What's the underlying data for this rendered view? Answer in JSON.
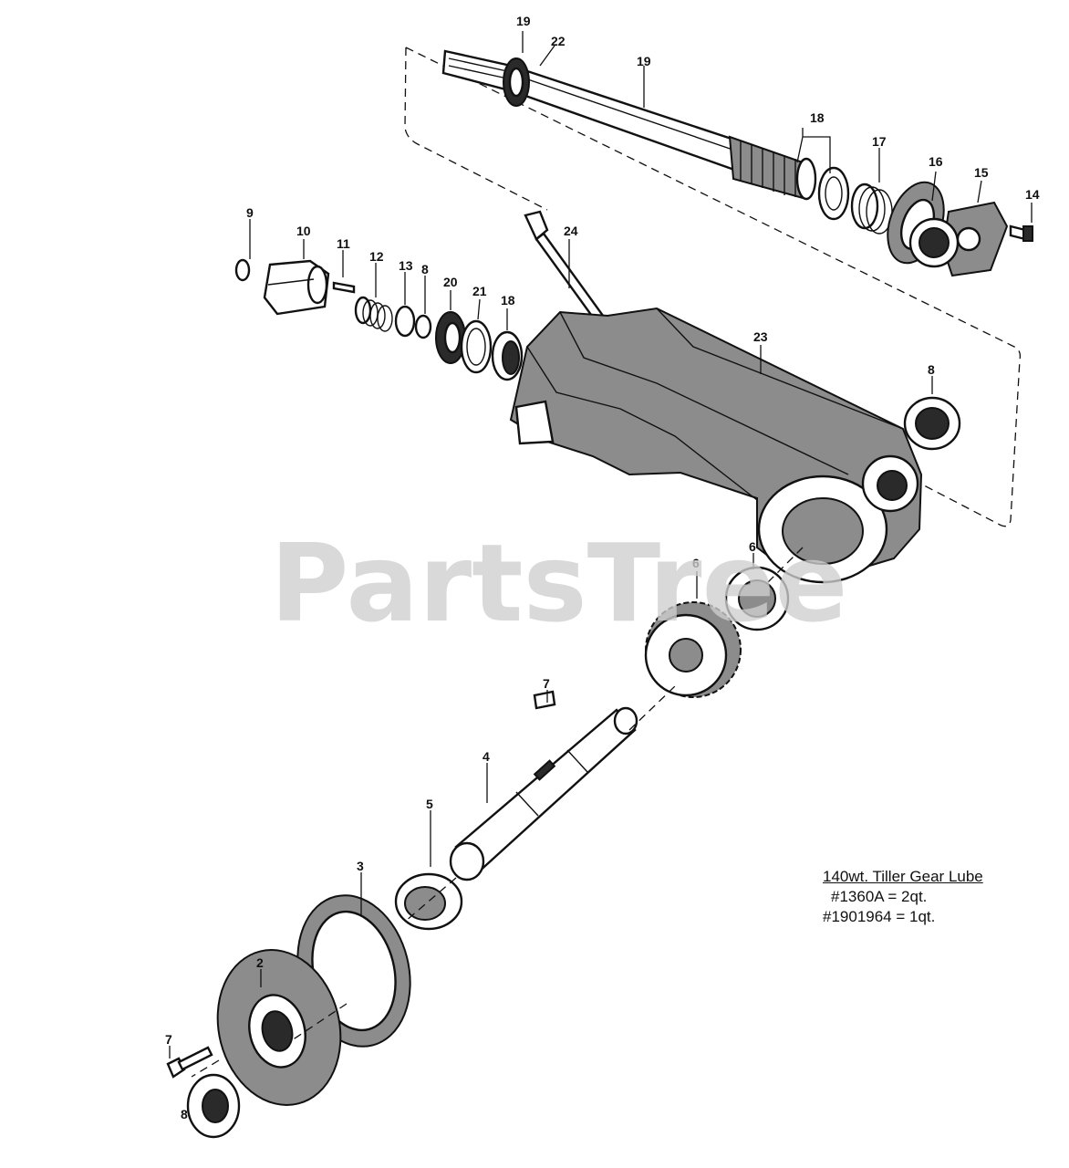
{
  "diagram": {
    "watermark": "PartsTree",
    "callouts": [
      {
        "id": "c-19-top",
        "label": "19"
      },
      {
        "id": "c-22",
        "label": "22"
      },
      {
        "id": "c-19-shaft",
        "label": "19"
      },
      {
        "id": "c-18",
        "label": "18"
      },
      {
        "id": "c-17",
        "label": "17"
      },
      {
        "id": "c-16",
        "label": "16"
      },
      {
        "id": "c-15",
        "label": "15"
      },
      {
        "id": "c-14",
        "label": "14"
      },
      {
        "id": "c-9",
        "label": "9"
      },
      {
        "id": "c-10",
        "label": "10"
      },
      {
        "id": "c-11",
        "label": "11"
      },
      {
        "id": "c-12",
        "label": "12"
      },
      {
        "id": "c-13",
        "label": "13"
      },
      {
        "id": "c-8-washer",
        "label": "8"
      },
      {
        "id": "c-20",
        "label": "20"
      },
      {
        "id": "c-21",
        "label": "21"
      },
      {
        "id": "c-18-cup",
        "label": "18"
      },
      {
        "id": "c-24",
        "label": "24"
      },
      {
        "id": "c-23",
        "label": "23"
      },
      {
        "id": "c-8-seal",
        "label": "8"
      },
      {
        "id": "c-6-bearing",
        "label": "6"
      },
      {
        "id": "c-6-gear",
        "label": "6"
      },
      {
        "id": "c-7-key",
        "label": "7"
      },
      {
        "id": "c-4",
        "label": "4"
      },
      {
        "id": "c-5",
        "label": "5"
      },
      {
        "id": "c-3",
        "label": "3"
      },
      {
        "id": "c-2",
        "label": "2"
      },
      {
        "id": "c-7-bolt",
        "label": "7"
      },
      {
        "id": "c-8-bottom",
        "label": "8"
      }
    ]
  },
  "lube_note": {
    "title": "140wt. Tiller Gear Lube",
    "lines": [
      "#1360A = 2qt.",
      "#1901964 = 1qt."
    ]
  }
}
